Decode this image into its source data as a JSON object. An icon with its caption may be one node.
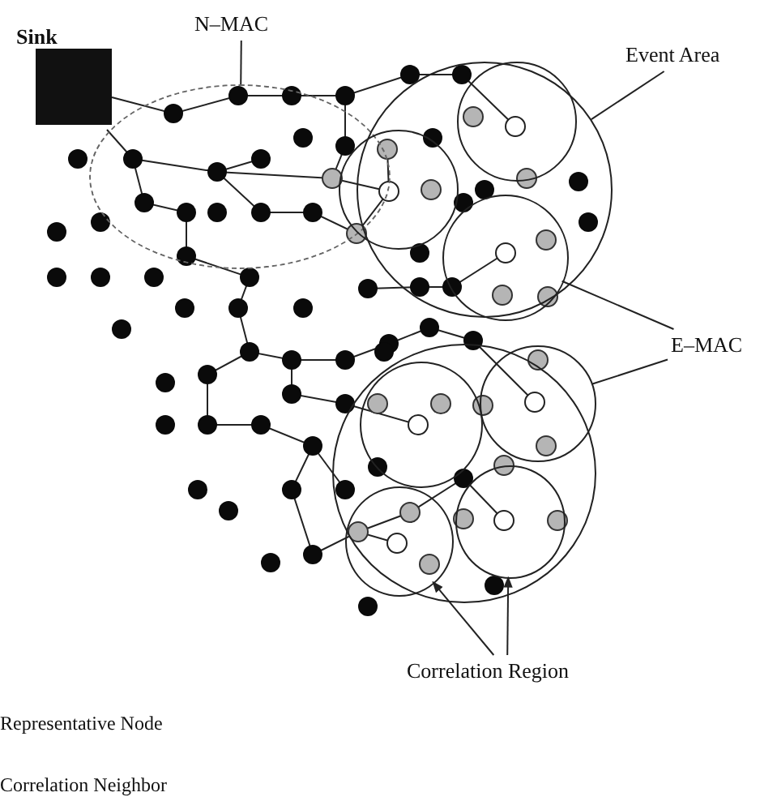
{
  "diagram": {
    "nodes": [
      {
        "text": [
          "Sink"
        ]
      },
      {
        "text": [
          "N–MAC"
        ]
      },
      {
        "text": [],
        "shape": "ellipse"
      },
      {
        "text": [
          "Event Area"
        ]
      },
      {
        "text": [],
        "shape": "circle"
      },
      {
        "text": [],
        "shape": "circle",
        "in": 4
      },
      {
        "text": [],
        "shape": "circle"
      },
      {
        "text": [],
        "shape": "circle",
        "in": 4
      },
      {
        "text": [
          "E–MAC"
        ]
      },
      {
        "text": [],
        "shape": "circle"
      },
      {
        "text": [],
        "shape": "circle",
        "in": 9
      },
      {
        "text": [],
        "shape": "circle",
        "in": 9
      },
      {
        "text": [],
        "shape": "circle",
        "in": 9
      },
      {
        "text": [],
        "shape": "circle",
        "in": 9
      },
      {
        "text": [
          "Correlation Region"
        ]
      }
    ],
    "edges": [
      {
        "from": 1,
        "to": 2,
        "arrow": "none"
      },
      {
        "from": 3,
        "to": 4,
        "arrow": "none"
      },
      {
        "from": 8,
        "to": 7,
        "arrow": "none"
      },
      {
        "from": 8,
        "to": 11,
        "arrow": "none"
      },
      {
        "from": 14,
        "to": 12,
        "arrow": "to"
      },
      {
        "from": 14,
        "to": 13,
        "arrow": "to"
      }
    ],
    "labels": [
      "Representative Node",
      "Correlation Neighbor"
    ]
  }
}
